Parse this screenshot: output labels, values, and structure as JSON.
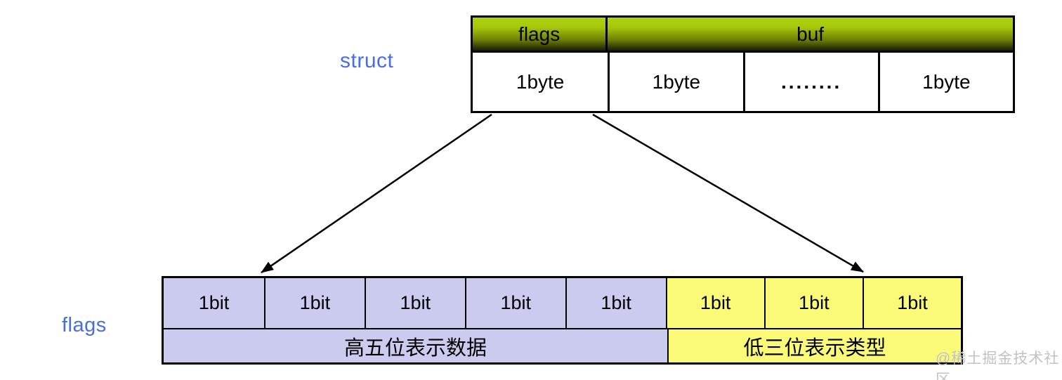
{
  "labels": {
    "struct": "struct",
    "flags": "flags"
  },
  "struct_table": {
    "header": {
      "flags": "flags",
      "buf": "buf"
    },
    "bytes": [
      "1byte",
      "1byte",
      "........",
      "1byte"
    ]
  },
  "flags_table": {
    "bits": [
      "1bit",
      "1bit",
      "1bit",
      "1bit",
      "1bit",
      "1bit",
      "1bit",
      "1bit"
    ],
    "high_label": "高五位表示数据",
    "low_label": "低三位表示类型"
  },
  "watermark": "@稀土掘金技术社区",
  "colors": {
    "header_gradient_top": "#aed20c",
    "header_gradient_bottom": "#191d04",
    "high_bits_purple": "#cbcbf0",
    "low_bits_yellow": "#fafa78",
    "side_label_blue": "#4a6ee0",
    "watermark_gray": "#c2c2c2",
    "border_black": "#000000"
  }
}
